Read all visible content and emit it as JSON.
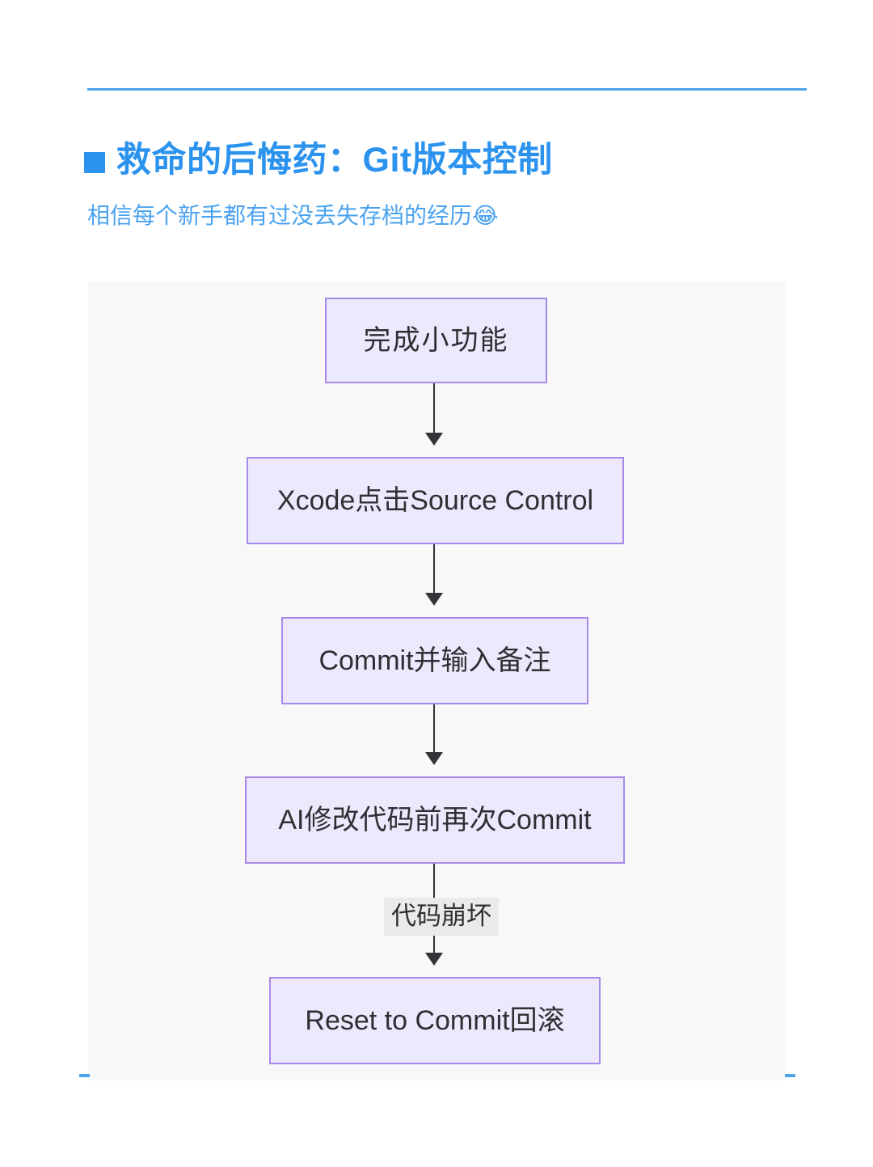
{
  "header": {
    "bullet_icon": "square-bullet-icon",
    "title": "救命的后悔药：Git版本控制",
    "subtitle": "相信每个新手都有过没丢失存档的经历😂",
    "accent_color": "#2B93EE",
    "subtitle_color": "#4BA3F0",
    "rule_color": "#4FA3E8"
  },
  "diagram": {
    "type": "flowchart",
    "orientation": "top-to-bottom",
    "background": "#F8F8F9",
    "node_fill": "#ECE9FC",
    "node_border": "#A78BE8",
    "connector_color": "#333338",
    "edge_label_background": "#EAEAEA",
    "nodes": [
      {
        "id": "n1",
        "label": "完成小功能"
      },
      {
        "id": "n2",
        "label": "Xcode点击Source Control"
      },
      {
        "id": "n3",
        "label": "Commit并输入备注"
      },
      {
        "id": "n4",
        "label": "AI修改代码前再次Commit"
      },
      {
        "id": "n5",
        "label": "Reset to Commit回滚"
      }
    ],
    "edges": [
      {
        "from": "n1",
        "to": "n2",
        "label": ""
      },
      {
        "from": "n2",
        "to": "n3",
        "label": ""
      },
      {
        "from": "n3",
        "to": "n4",
        "label": ""
      },
      {
        "from": "n4",
        "to": "n5",
        "label": "代码崩坏"
      }
    ]
  }
}
